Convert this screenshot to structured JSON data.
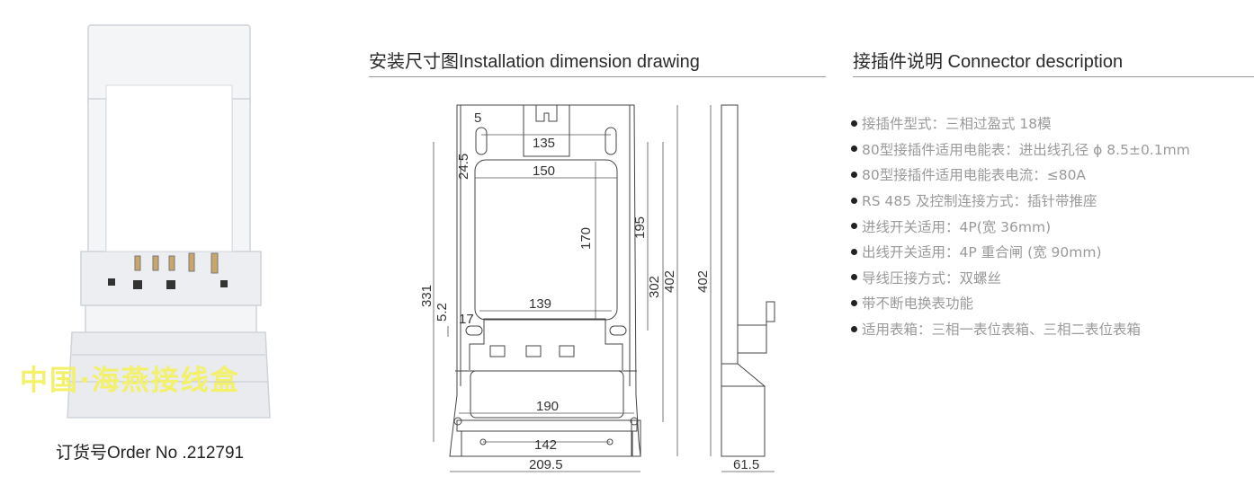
{
  "product": {
    "watermark": "中国·海燕接线盒",
    "order_caption": "订货号Order No .212791"
  },
  "installation": {
    "title": "安装尺寸图Installation dimension drawing",
    "dimensions": {
      "d5": "5",
      "d135": "135",
      "d24_5": "24.5",
      "d150": "150",
      "d170": "170",
      "d195": "195",
      "d302": "302",
      "d402_front": "402",
      "d331": "331",
      "d5_2": "5.2",
      "d17": "17",
      "d139": "139",
      "d190": "190",
      "d142": "142",
      "d209_5": "209.5",
      "d402_side": "402",
      "d61_5": "61.5"
    }
  },
  "connector": {
    "title": "接插件说明 Connector description",
    "items": [
      "接插件型式：三相过盈式  18模",
      "80型接插件适用电能表：进出线孔径 ϕ 8.5±0.1mm",
      "80型接插件适用电能表电流：≤80A",
      "RS 485 及控制连接方式：插针带推座",
      "进线开关适用：4P(宽 36mm)",
      "出线开关适用：4P 重合闸 (宽 90mm)",
      "导线压接方式：双螺丝",
      "带不断电换表功能",
      "适用表箱：三相一表位表箱、三相二表位表箱"
    ]
  }
}
